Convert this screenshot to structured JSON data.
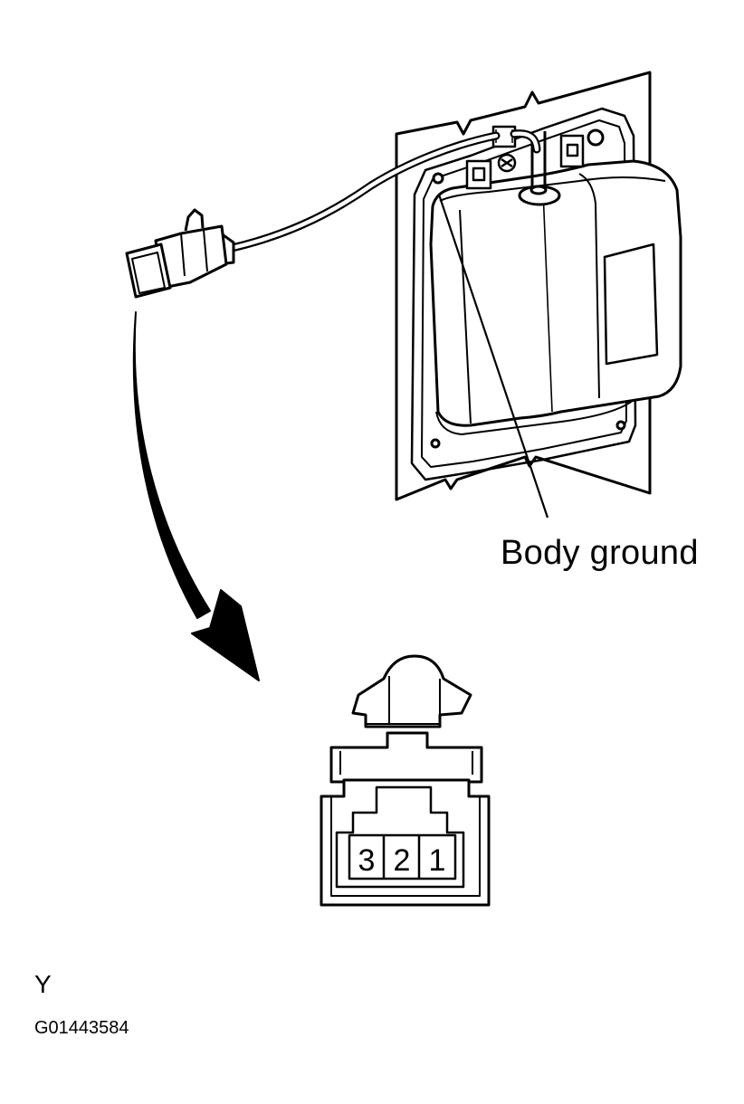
{
  "callouts": {
    "body_ground": "Body ground"
  },
  "connector": {
    "color_code": "Y",
    "pins": [
      "3",
      "2",
      "1"
    ]
  },
  "figure": {
    "code": "G01443584"
  }
}
